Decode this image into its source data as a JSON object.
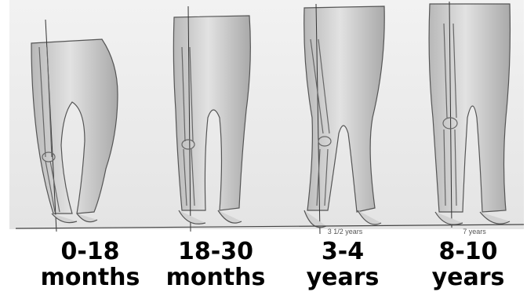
{
  "illustration": {
    "captions": [
      "3 1/2 years",
      "7 years"
    ]
  },
  "stages": [
    {
      "top": "0-18",
      "bottom": "months"
    },
    {
      "top": "18-30",
      "bottom": "months"
    },
    {
      "top": "3-4",
      "bottom": "years"
    },
    {
      "top": "8-10",
      "bottom": "years"
    }
  ],
  "colors": {
    "skin": "#d9d9d9",
    "shadow": "#a8a8a8",
    "outline": "#555555",
    "background": "#ececec"
  }
}
